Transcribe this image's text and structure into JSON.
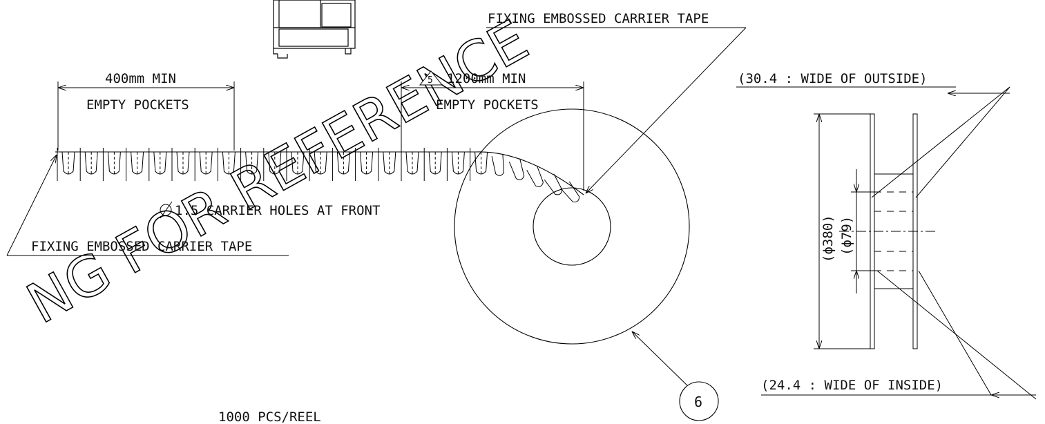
{
  "labels": {
    "left_dim": "400mm MIN",
    "left_pockets": "EMPTY POCKETS",
    "right_dim": "1200mm MIN",
    "right_pockets": "EMPTY POCKETS",
    "revision_mark": "5",
    "fixing_top": "FIXING EMBOSSED CARRIER TAPE",
    "fixing_left": "FIXING EMBOSSED CARRIER TAPE",
    "carrier_holes": "1.5 CARRIER HOLES AT FRONT",
    "outside_width": "(30.4 : WIDE OF OUTSIDE)",
    "inside_width": "(24.4 : WIDE OF INSIDE)",
    "diameter_outer": "(ϕ380)",
    "diameter_inner": "(ϕ79)",
    "balloon": "6",
    "reel_qty": "1000 PCS/REEL"
  },
  "watermark": "NG FOR REFERENCE",
  "icons": [
    "component-icon",
    "diameter-symbol-icon",
    "revision-triangle-icon"
  ]
}
